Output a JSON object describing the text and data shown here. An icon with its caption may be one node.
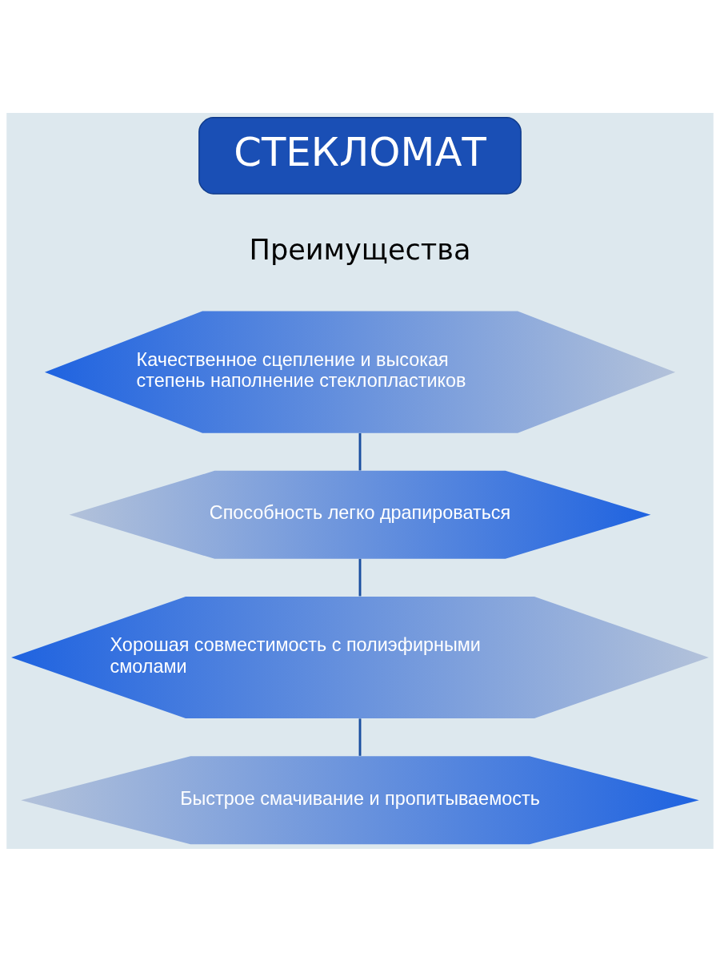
{
  "diagram": {
    "nodes": [
      {
        "text": [
          "СТЕКЛОМАТ"
        ]
      },
      {
        "text": [
          "Качественное сцепление и высокая степень наполнение стеклопластиков"
        ]
      },
      {
        "text": [
          "Способность легко драпироваться"
        ]
      },
      {
        "text": [
          "Хорошая совместимость с полиэфирными смолами"
        ]
      },
      {
        "text": [
          "Быстрое смачивание и пропитываемость"
        ]
      }
    ],
    "edges": [
      {
        "from": 1,
        "to": 2,
        "arrow": "none"
      },
      {
        "from": 2,
        "to": 3,
        "arrow": "none"
      },
      {
        "from": 3,
        "to": 4,
        "arrow": "none"
      }
    ],
    "labels": [
      "Преимущества"
    ]
  }
}
